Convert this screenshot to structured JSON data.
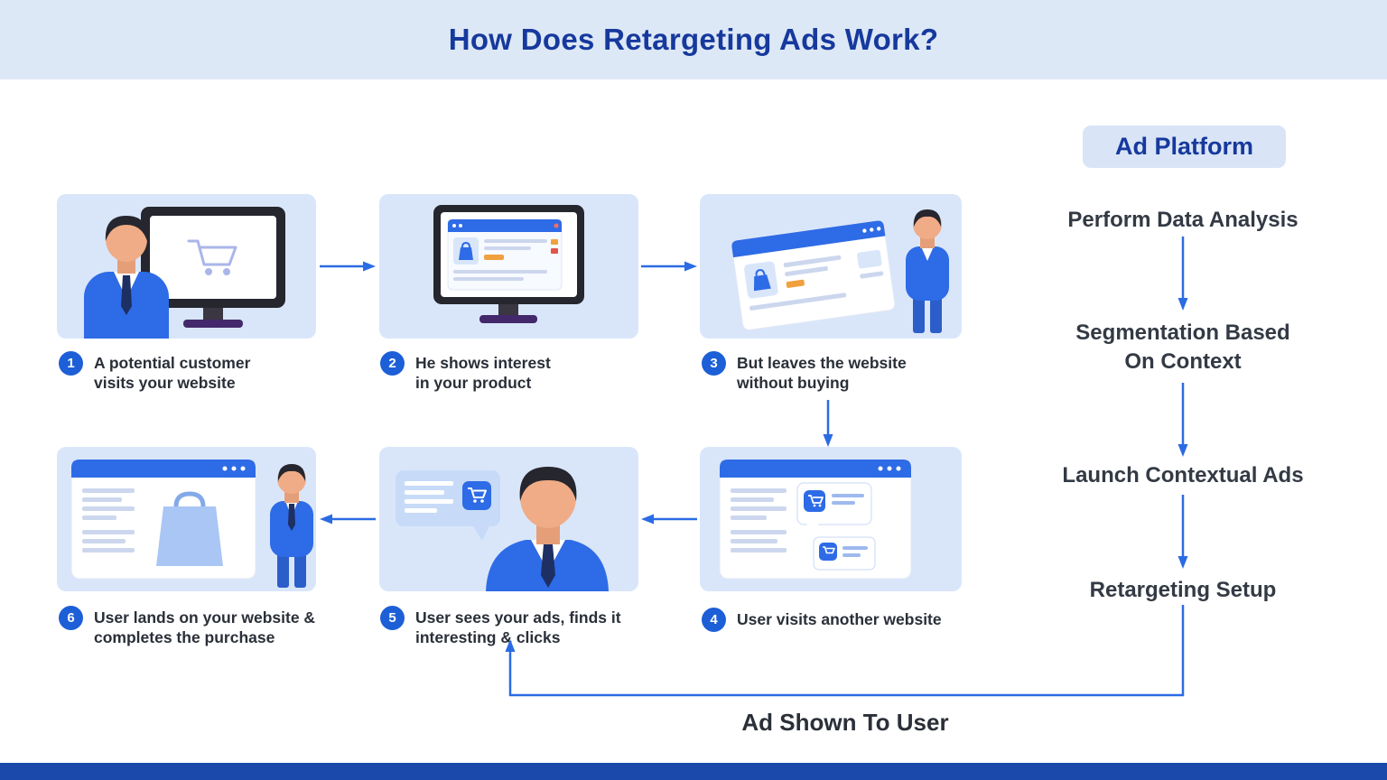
{
  "header": {
    "title": "How Does Retargeting Ads Work?"
  },
  "steps": [
    {
      "number": "1",
      "line1": "A potential customer",
      "line2": "visits your website"
    },
    {
      "number": "2",
      "line1": "He shows interest",
      "line2": "in your product"
    },
    {
      "number": "3",
      "line1": "But leaves the website",
      "line2": "without buying"
    },
    {
      "number": "4",
      "line1": "User visits another website",
      "line2": ""
    },
    {
      "number": "5",
      "line1": "User sees your ads, finds it",
      "line2": "interesting & clicks"
    },
    {
      "number": "6",
      "line1": "User lands on your website &",
      "line2": "completes the purchase"
    }
  ],
  "ad_platform": {
    "title": "Ad Platform",
    "stages": [
      {
        "line1": "Perform Data Analysis",
        "line2": ""
      },
      {
        "line1": "Segmentation Based",
        "line2": "On Context"
      },
      {
        "line1": "Launch Contextual Ads",
        "line2": ""
      },
      {
        "line1": "Retargeting Setup",
        "line2": ""
      }
    ]
  },
  "flow_labels": {
    "ad_shown": "Ad Shown To User"
  },
  "colors": {
    "title_navy": "#16399d",
    "accent_blue": "#2b6be4",
    "card_bg": "#d9e6fa",
    "header_bg": "#dde8f6",
    "badge_bg": "#d9e4f6",
    "footer_bar": "#1a49ab",
    "step_text": "#2a2f38"
  }
}
